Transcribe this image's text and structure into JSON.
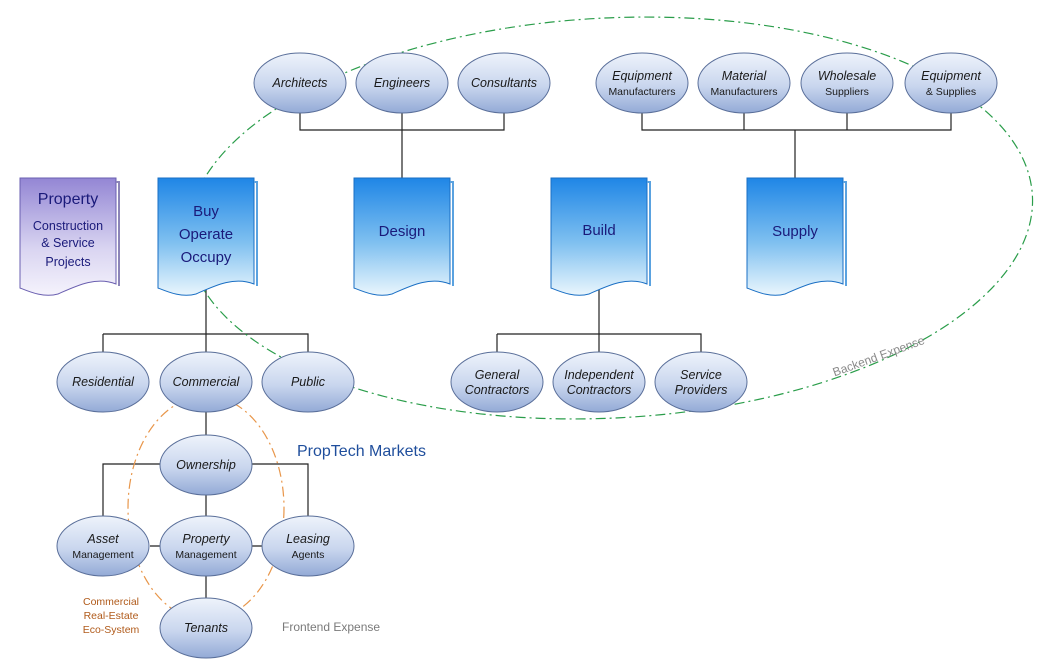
{
  "title_block": {
    "heading": "Property",
    "lines": [
      "Construction",
      "& Service",
      "Projects"
    ]
  },
  "documents": {
    "buy": {
      "lines": [
        "Buy",
        "Operate",
        "Occupy"
      ]
    },
    "design": {
      "lines": [
        "Design"
      ]
    },
    "build": {
      "lines": [
        "Build"
      ]
    },
    "supply": {
      "lines": [
        "Supply"
      ]
    }
  },
  "design_nodes": [
    {
      "line1": "Architects",
      "line2": ""
    },
    {
      "line1": "Engineers",
      "line2": ""
    },
    {
      "line1": "Consultants",
      "line2": ""
    }
  ],
  "supply_nodes": [
    {
      "line1": "Equipment",
      "line2": "Manufacturers"
    },
    {
      "line1": "Material",
      "line2": "Manufacturers"
    },
    {
      "line1": "Wholesale",
      "line2": "Suppliers"
    },
    {
      "line1": "Equipment",
      "line2": "& Supplies"
    }
  ],
  "build_nodes": [
    {
      "line1": "General",
      "line2": "Contractors"
    },
    {
      "line1": "Independent",
      "line2": "Contractors"
    },
    {
      "line1": "Service",
      "line2": "Providers"
    }
  ],
  "property_types": [
    {
      "line1": "Residential"
    },
    {
      "line1": "Commercial"
    },
    {
      "line1": "Public"
    }
  ],
  "commercial_nodes": {
    "ownership": {
      "line1": "Ownership",
      "line2": ""
    },
    "asset": {
      "line1": "Asset",
      "line2": "Management"
    },
    "property": {
      "line1": "Property",
      "line2": "Management"
    },
    "leasing": {
      "line1": "Leasing",
      "line2": "Agents"
    },
    "tenants": {
      "line1": "Tenants",
      "line2": ""
    }
  },
  "annotations": {
    "backend": "Backend Expense",
    "frontend": "Frontend  Expense",
    "proptech": "PropTech Markets",
    "eco_system": [
      "Commercial",
      "Real-Estate",
      "Eco-System"
    ]
  },
  "colors": {
    "oval_top": "#e8eef8",
    "oval_bottom": "#9fb3d9",
    "doc_blue_top": "#2d8fe8",
    "doc_blue_bottom": "#e6f3fc",
    "doc_purple_top": "#9b8fd6",
    "doc_purple_bottom": "#f2f0fb",
    "backend_ellipse": "#2a9d4a",
    "eco_ellipse": "#e8964a",
    "proptech_text": "#1f4e9c",
    "eco_text": "#b05a1a"
  }
}
